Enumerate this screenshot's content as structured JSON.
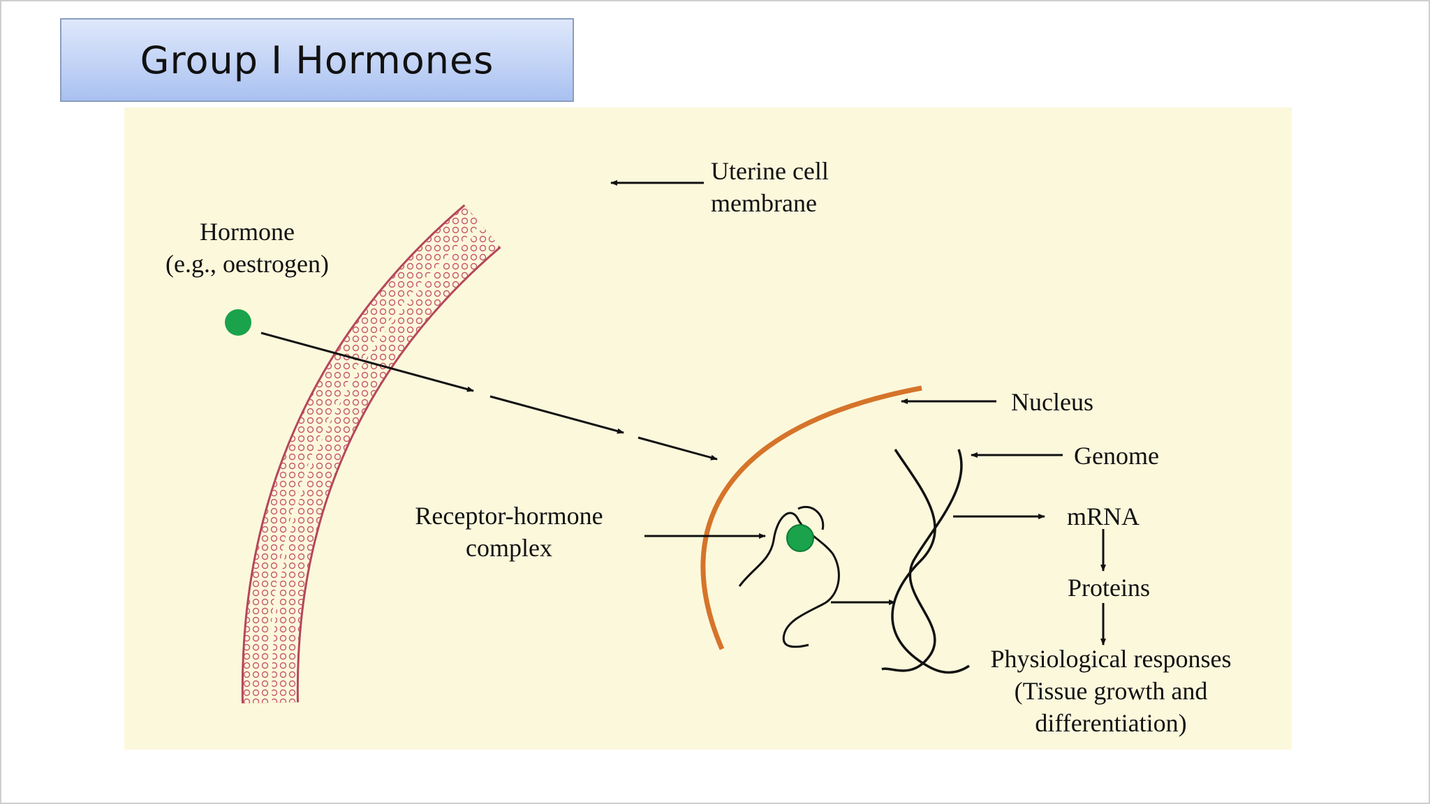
{
  "slide": {
    "title": "Group I Hormones"
  },
  "diagram": {
    "labels": {
      "uterine_line1": "Uterine cell",
      "uterine_line2": "membrane",
      "hormone_line1": "Hormone",
      "hormone_line2": "(e.g., oestrogen)",
      "nucleus": "Nucleus",
      "genome": "Genome",
      "receptor_line1": "Receptor-hormone",
      "receptor_line2": "complex",
      "mrna": "mRNA",
      "proteins": "Proteins",
      "physio_line1": "Physiological responses",
      "physio_line2": "(Tissue growth and",
      "physio_line3": "differentiation)"
    },
    "colors": {
      "background": "#fcf8dc",
      "membrane": "#b5475a",
      "nucleus": "#d5742a",
      "hormone": "#1aa34a",
      "ink": "#111111"
    }
  }
}
